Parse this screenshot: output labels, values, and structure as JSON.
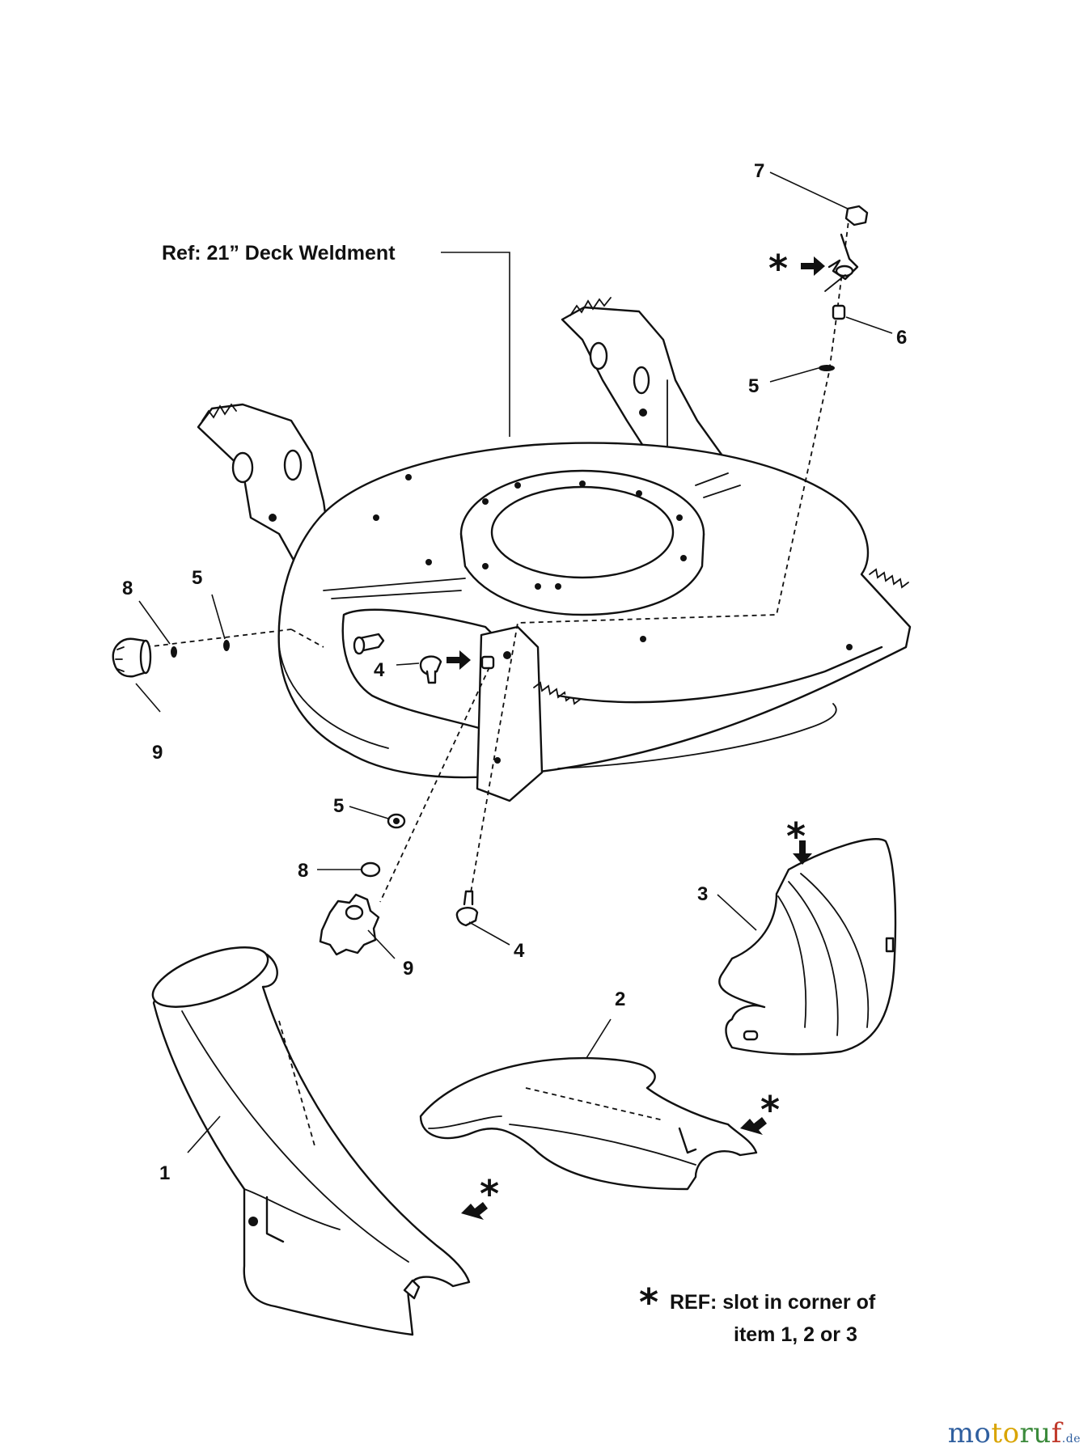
{
  "diagram": {
    "ref_label": "Ref: 21” Deck Weldment",
    "note_marker": "*",
    "note_line1": "REF: slot in corner of",
    "note_line2": "item 1, 2 or 3",
    "callouts": {
      "item1": "1",
      "item2": "2",
      "item3": "3",
      "item4_left": "4",
      "item4_bottom": "4",
      "item5_top": "5",
      "item5_left": "5",
      "item5_mid": "5",
      "item6": "6",
      "item7": "7",
      "item8_left": "8",
      "item8_mid": "8",
      "item9_left": "9",
      "item9_bottom": "9"
    }
  },
  "watermark": {
    "part1": "mo",
    "part2": "to",
    "part3": "ru",
    "part4": "f",
    "part5": ".de"
  }
}
